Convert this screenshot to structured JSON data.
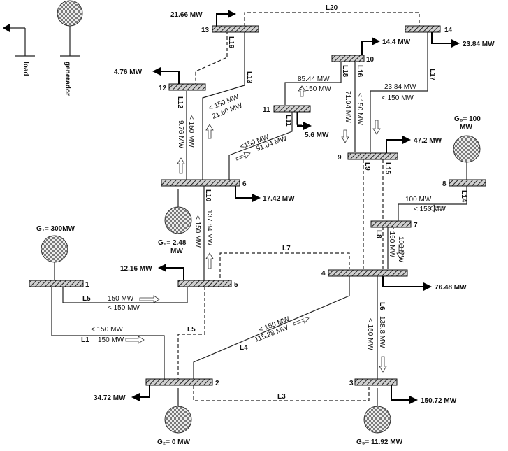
{
  "legend": {
    "load": "load",
    "generator": "generador"
  },
  "buses": {
    "b1": "1",
    "b2": "2",
    "b3": "3",
    "b4": "4",
    "b5": "5",
    "b6": "6",
    "b7": "7",
    "b8": "8",
    "b9": "9",
    "b10": "10",
    "b11": "11",
    "b12": "12",
    "b13": "13",
    "b14": "14"
  },
  "generators": {
    "g1": "G₁= 300MW",
    "g2": "G₂= 0 MW",
    "g3": "G₃= 11.92 MW",
    "g6": "G₆= 2.48",
    "g6_unit": "MW",
    "g8": "G₈= 100",
    "g8_unit": "MW"
  },
  "loads": {
    "b2": "34.72 MW",
    "b3": "150.72 MW",
    "b4": "76.48 MW",
    "b5": "12.16 MW",
    "b6": "17.42 MW",
    "b9": "47.2 MW",
    "b10": "14.4 MW",
    "b11": "5.6 MW",
    "b12": "4.76 MW",
    "b13": "21.66 MW",
    "b14": "23.84 MW"
  },
  "lines": {
    "L1": "L1",
    "L3": "L3",
    "L4": "L4",
    "L5": "L5",
    "L5b": "L5",
    "L6": "L6",
    "L7": "L7",
    "L8": "L8",
    "L9": "L9",
    "L10": "L10",
    "L11": "L11",
    "L12": "L12",
    "L13": "L13",
    "L14": "L14",
    "L15": "L15",
    "L16": "L16",
    "L17": "L17",
    "L18": "L18",
    "L19": "L19",
    "L20": "L20"
  },
  "flows": {
    "L1_limit": "< 150 MW",
    "L1_flow": "150 MW",
    "L5_flow": "150 MW",
    "L5_limit": "< 150 MW",
    "L4_limit": "< 150 MW",
    "L4_flow": "115.28 MW",
    "L6_flow": "138.8 MW",
    "L6_limit": "< 150 MW",
    "L8_limit": "< 150 MW",
    "L8_flow": "100 MW",
    "L10_flow": "137.84 MW",
    "L10_limit": "< 150 MW",
    "L12_flow": "9.76 MW",
    "L12_limit": "< 150 MW",
    "L13_limit": "< 150 MW",
    "L13_flow": "21.60 MW",
    "L14_flow": "100 MW",
    "L14_limit": "< 150 MW",
    "L6_11_limit": "<150 MW",
    "L6_11_flow": "91.04 MW",
    "L18_flow": "85.44 MW",
    "L18_limit": "< 150 MW",
    "L16_limit": "< 150 MW",
    "L16_flow": "71.04 MW",
    "L17_flow": "23.84 MW",
    "L17_limit": "< 150 MW"
  }
}
